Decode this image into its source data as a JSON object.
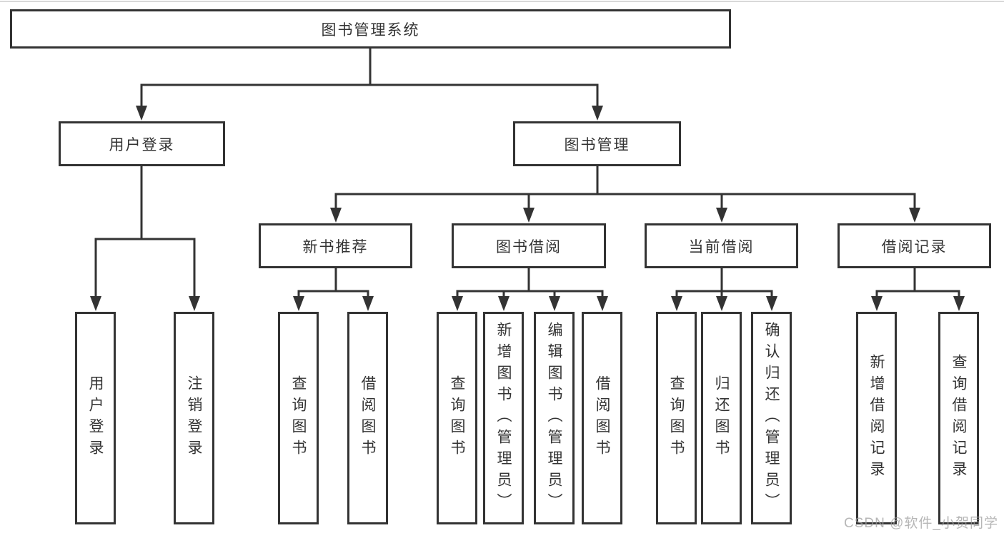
{
  "tree": {
    "label": "图书管理系统",
    "children": [
      {
        "label": "用户登录",
        "children": [
          {
            "label": "用户登录"
          },
          {
            "label": "注销登录"
          }
        ]
      },
      {
        "label": "图书管理",
        "children": [
          {
            "label": "新书推荐",
            "children": [
              {
                "label": "查询图书"
              },
              {
                "label": "借阅图书"
              }
            ]
          },
          {
            "label": "图书借阅",
            "children": [
              {
                "label": "查询图书"
              },
              {
                "label": "新增图书（管理员）"
              },
              {
                "label": "编辑图书（管理员）"
              },
              {
                "label": "借阅图书"
              }
            ]
          },
          {
            "label": "当前借阅",
            "children": [
              {
                "label": "查询图书"
              },
              {
                "label": "归还图书"
              },
              {
                "label": "确认归还（管理员）"
              }
            ]
          },
          {
            "label": "借阅记录",
            "children": [
              {
                "label": "新增借阅记录"
              },
              {
                "label": "查询借阅记录"
              }
            ]
          }
        ]
      }
    ]
  },
  "watermark": {
    "text": "CSDN @软件_小贺同学"
  },
  "colors": {
    "line": "#333333",
    "box_border": "#333333",
    "text": "#333333",
    "background": "#ffffff",
    "watermark": "#9e9e9e",
    "top_rule": "#d9d9d9"
  }
}
